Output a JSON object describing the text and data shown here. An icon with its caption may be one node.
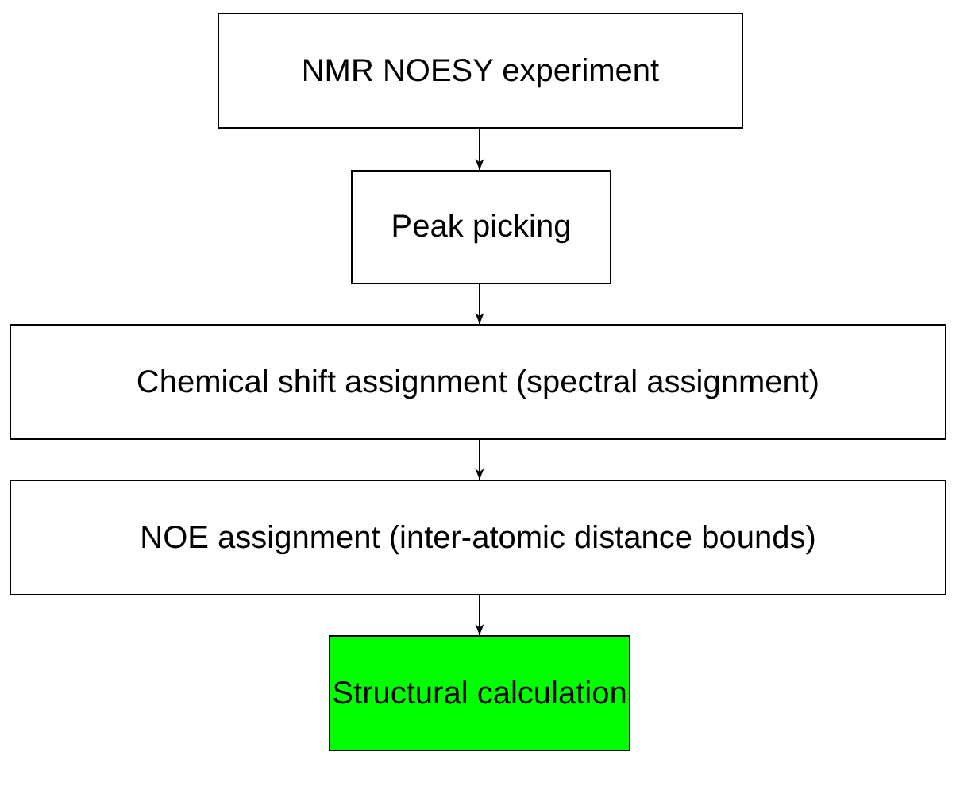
{
  "diagram": {
    "nodes": [
      {
        "text": [
          "NMR NOESY experiment"
        ]
      },
      {
        "text": [
          "Peak picking"
        ]
      },
      {
        "text": [
          "Chemical shift assignment (spectral assignment)"
        ]
      },
      {
        "text": [
          "NOE assignment (inter-atomic distance bounds)"
        ]
      },
      {
        "text": [
          "Structural calculation"
        ]
      }
    ],
    "edges": [
      {
        "from": 0,
        "to": 1,
        "arrow": "to"
      },
      {
        "from": 1,
        "to": 2,
        "arrow": "to"
      },
      {
        "from": 2,
        "to": 3,
        "arrow": "to"
      },
      {
        "from": 3,
        "to": 4,
        "arrow": "to"
      }
    ]
  }
}
